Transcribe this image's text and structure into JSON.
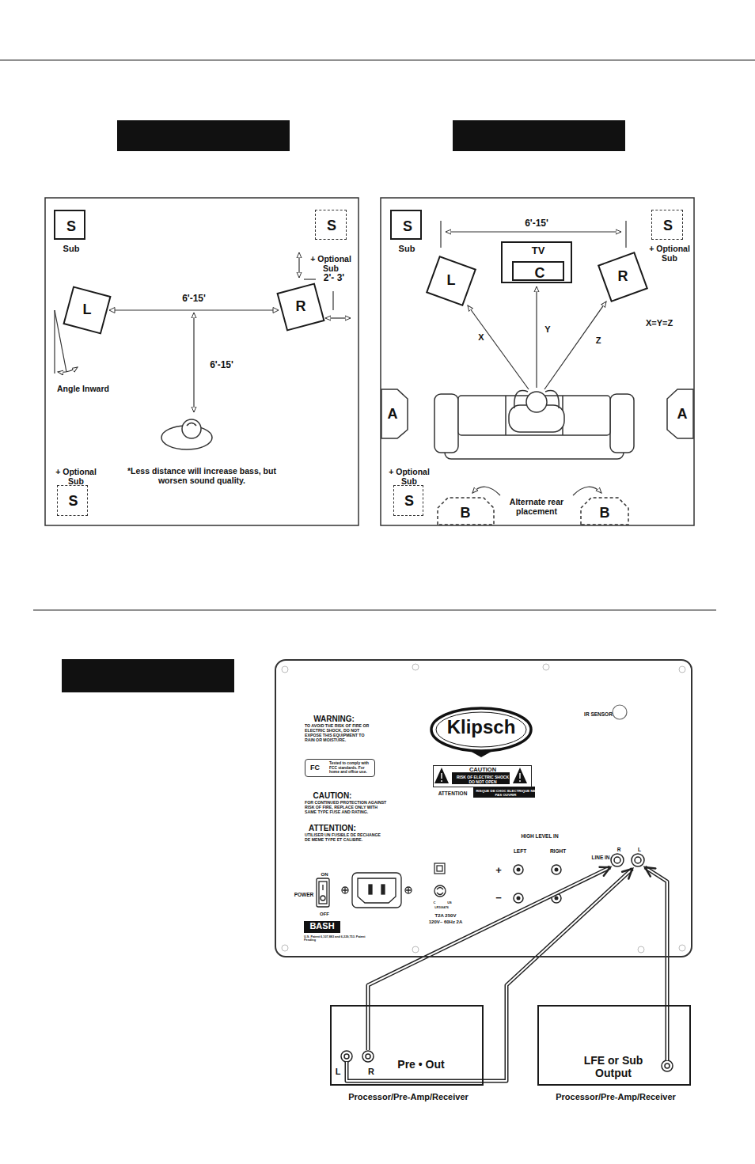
{
  "diagram": {
    "nodes": [
      {
        "text": [
          "S",
          "Sub"
        ]
      },
      {
        "text": [
          "S",
          "+ Optional Sub"
        ]
      },
      {
        "text": [
          "L"
        ]
      },
      {
        "text": [
          "R"
        ]
      },
      {
        "text": [
          "+ Optional Sub",
          "S"
        ]
      },
      {
        "text": [
          "S",
          "Sub"
        ]
      },
      {
        "text": [
          "S",
          "+ Optional Sub"
        ]
      },
      {
        "text": [
          "TV"
        ]
      },
      {
        "text": [
          "C"
        ],
        "in": 7
      },
      {
        "text": [
          "L"
        ]
      },
      {
        "text": [
          "R"
        ]
      },
      {
        "text": [
          "A"
        ]
      },
      {
        "text": [
          "A"
        ]
      },
      {
        "text": [
          "+ Optional Sub",
          "S"
        ]
      },
      {
        "text": [
          "B"
        ]
      },
      {
        "text": [
          "B"
        ]
      },
      {
        "text": [
          "WARNING:",
          "TO AVOID THE RISK OF FIRE OR ELECTRIC SHOCK, DO NOT EXPOSE THIS EQUIPMENT TO RAIN OR MOISTURE.",
          "CAUTION:",
          "FOR CONTINUED PROTECTION AGAINST RISK OF FIRE, REPLACE ONLY WITH SAME TYPE FUSE AND RATING.",
          "ATTENTION:",
          "UTILISER UN FUSIBLE DE RECHANGE DE MEME TYPE ET CALIBRE.",
          "IR SENSOR",
          "ATTENTION",
          "RISQUE DE CHOC ELECTRIQUE NE PAS OUVRIR",
          "HIGH LEVEL IN",
          "LEFT",
          "RIGHT",
          "+",
          "−",
          "LINE IN",
          "R",
          "L",
          "ON",
          "POWER",
          "OFF",
          "U.S. Patent 6,107,883 and 6,229,753. Patent Pending",
          "T2A 250V",
          "120V~ 60Hz 2A",
          "C",
          "US",
          "LR106476"
        ]
      },
      {
        "text": [
          "Klipsch"
        ],
        "in": 16
      },
      {
        "text": [
          "FC",
          "Tested to comply with FCC standards. For home and office use."
        ],
        "in": 16
      },
      {
        "text": [
          "CAUTION",
          "RISK OF ELECTRIC SHOCK DO NOT OPEN"
        ],
        "in": 16
      },
      {
        "text": [
          "BASH"
        ],
        "in": 16
      },
      {
        "text": [
          "Pre • Out",
          "L",
          "R",
          "Processor/Pre-Amp/Receiver"
        ]
      },
      {
        "text": [
          "LFE or Sub Output",
          "Processor/Pre-Amp/Receiver"
        ]
      }
    ],
    "edges": [
      {
        "from": 2,
        "to": 3,
        "arrow": "both",
        "label": "6'-15'"
      },
      {
        "from": 21,
        "to": 16,
        "arrow": "to"
      },
      {
        "from": 21,
        "to": 16,
        "arrow": "to"
      },
      {
        "from": 22,
        "to": 16,
        "arrow": "to"
      }
    ],
    "labels": [
      "6'-15'",
      "2'- 3'",
      "Angle Inward",
      "*Less distance will increase bass, but worsen sound quality.",
      "6'-15'",
      "X",
      "Y",
      "Z",
      "X=Y=Z",
      "Alternate rear placement"
    ]
  }
}
